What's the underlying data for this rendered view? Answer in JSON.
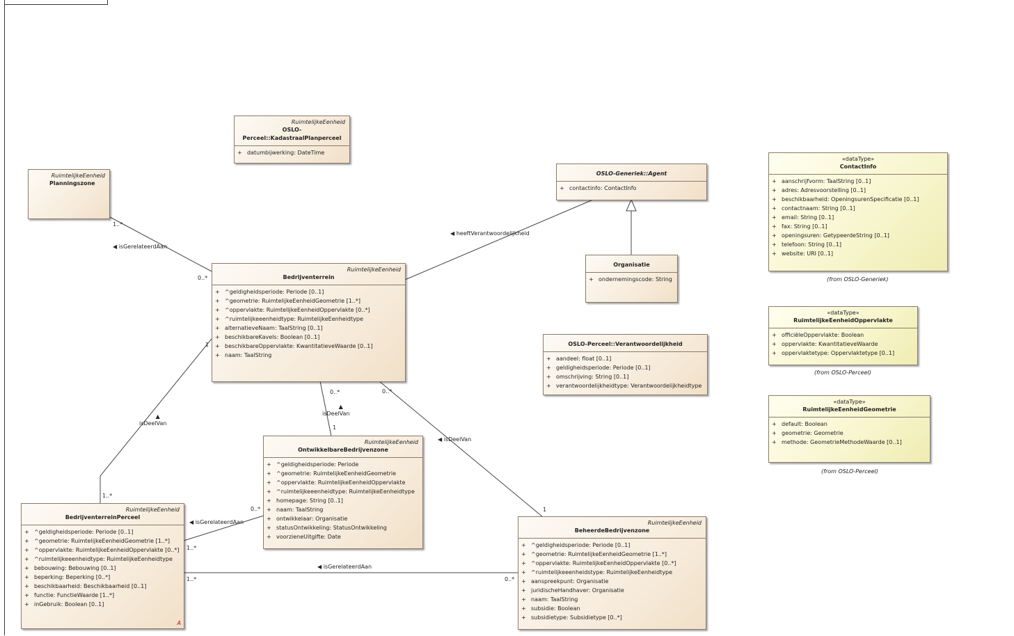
{
  "classes": {
    "kadastraal": {
      "stereotype": "RuimtelijkeEenheid",
      "name": "OSLO-Perceel::KadastraalPlanperceel",
      "attributes": [
        {
          "vis": "+",
          "text": "datumbijwerking: DateTime"
        }
      ]
    },
    "planningszone": {
      "stereotype": "RuimtelijkeEenheid",
      "name": "Planningszone",
      "attributes": []
    },
    "agent": {
      "name": "OSLO-Generiek::Agent",
      "attributes": [
        {
          "vis": "+",
          "text": "contactinfo: ContactInfo"
        }
      ]
    },
    "organisatie": {
      "name": "Organisatie",
      "attributes": [
        {
          "vis": "+",
          "text": "ondernemingscode: String"
        }
      ]
    },
    "bedrijventerrein": {
      "stereotype": "RuimtelijkeEenheid",
      "name": "Bedrijventerrein",
      "attributes": [
        {
          "vis": "+",
          "text": "^geldigheidsperiode: Periode [0..1]"
        },
        {
          "vis": "+",
          "text": "^geometrie: RuimtelijkeEenheidGeometrie [1..*]"
        },
        {
          "vis": "+",
          "text": "^oppervlakte: RuimtelijkeEenheidOppervlakte [0..*]"
        },
        {
          "vis": "+",
          "text": "^ruimtelijkeeenheidtype: RuimtelijkeEenheidtype"
        },
        {
          "vis": "+",
          "text": "alternatieveNaam: TaalString [0..1]"
        },
        {
          "vis": "+",
          "text": "beschikbareKavels: Boolean [0..1]"
        },
        {
          "vis": "+",
          "text": "beschikbareOppervlakte: KwantitatieveWaarde [0..1]"
        },
        {
          "vis": "+",
          "text": "naam: TaalString"
        }
      ]
    },
    "verantwoordelijkheid": {
      "name": "OSLO-Perceel::Verantwoordelijkheid",
      "attributes": [
        {
          "vis": "+",
          "text": "aandeel: float [0..1]"
        },
        {
          "vis": "+",
          "text": "geldigheidsperiode: Periode [0..1]"
        },
        {
          "vis": "+",
          "text": "omschrijving: String [0..1]"
        },
        {
          "vis": "+",
          "text": "verantwoordelijkheidtype: Verantwoordelijkheidtype"
        }
      ]
    },
    "ontwikkelbare": {
      "stereotype": "RuimtelijkeEenheid",
      "name": "OntwikkelbareBedrijvenzone",
      "attributes": [
        {
          "vis": "+",
          "text": "^geldigheidsperiode: Periode"
        },
        {
          "vis": "+",
          "text": "^geometrie: RuimtelijkeEenheidGeometrie"
        },
        {
          "vis": "+",
          "text": "^oppervlakte: RuimtelijkeEenheidOppervlakte"
        },
        {
          "vis": "+",
          "text": "^ruimtelijkeeenheidtype: RuimtelijkeEenheidtype"
        },
        {
          "vis": "+",
          "text": "homepage: String [0..1]"
        },
        {
          "vis": "+",
          "text": "naam: TaalString"
        },
        {
          "vis": "+",
          "text": "ontwikkelaar: Organisatie"
        },
        {
          "vis": "+",
          "text": "statusOntwikkeling: StatusOntwikkeling"
        },
        {
          "vis": "+",
          "text": "voorzieneUitgifte: Date"
        }
      ]
    },
    "perceel": {
      "stereotype": "RuimtelijkeEenheid",
      "name": "BedrijventerreinPerceel",
      "abstract_mark": "A",
      "attributes": [
        {
          "vis": "+",
          "text": "^geldigheidsperiode: Periode [0..1]"
        },
        {
          "vis": "+",
          "text": "^geometrie: RuimtelijkeEenheidGeometrie [1..*]"
        },
        {
          "vis": "+",
          "text": "^oppervlakte: RuimtelijkeEenheidOppervlakte [0..*]"
        },
        {
          "vis": "+",
          "text": "^ruimtelijkeeenheidtype: RuimtelijkeEenheidtype"
        },
        {
          "vis": "+",
          "text": "bebouwing: Bebouwing [0..1]"
        },
        {
          "vis": "+",
          "text": "beperking: Beperking [0..*]"
        },
        {
          "vis": "+",
          "text": "beschikbaarheid: Beschikbaarheid [0..1]"
        },
        {
          "vis": "+",
          "text": "functie: FunctieWaarde [1..*]"
        },
        {
          "vis": "+",
          "text": "inGebruik: Boolean [0..1]"
        }
      ]
    },
    "beheerde": {
      "stereotype": "RuimtelijkeEenheid",
      "name": "BeheerdeBedrijvenzone",
      "attributes": [
        {
          "vis": "+",
          "text": "^geldigheidsperiode: Periode [0..1]"
        },
        {
          "vis": "+",
          "text": "^geometrie: RuimtelijkeEenheidGeometrie [1..*]"
        },
        {
          "vis": "+",
          "text": "^oppervlakte: RuimtelijkeEenheidOppervlakte [0..*]"
        },
        {
          "vis": "+",
          "text": "^ruimtelijkeeenheidstype: RuimtelijkeEenheidtype"
        },
        {
          "vis": "+",
          "text": "aanspreekpunt: Organisatie"
        },
        {
          "vis": "+",
          "text": "juridischeHandhaver: Organisatie"
        },
        {
          "vis": "+",
          "text": "naam: TaalString"
        },
        {
          "vis": "+",
          "text": "subsidie: Boolean"
        },
        {
          "vis": "+",
          "text": "subsidietype: Subsidietype [0..*]"
        }
      ]
    },
    "contactinfo": {
      "stereotype": "«dataType»",
      "name": "ContactInfo",
      "from": "(from OSLO-Generiek)",
      "attributes": [
        {
          "vis": "+",
          "text": "aanschrijfvorm: TaalString [0..1]"
        },
        {
          "vis": "+",
          "text": "adres: Adresvoorstelling [0..1]"
        },
        {
          "vis": "+",
          "text": "beschikbaarheid: OpeningsurenSpecificatie [0..1]"
        },
        {
          "vis": "+",
          "text": "contactnaam: String [0..1]"
        },
        {
          "vis": "+",
          "text": "email: String [0..1]"
        },
        {
          "vis": "+",
          "text": "fax: String [0..1]"
        },
        {
          "vis": "+",
          "text": "openingsuren: GetypeerdeString [0..1]"
        },
        {
          "vis": "+",
          "text": "telefoon: String [0..1]"
        },
        {
          "vis": "+",
          "text": "website: URI [0..1]"
        }
      ]
    },
    "oppervlakte": {
      "stereotype": "«dataType»",
      "name": "RuimtelijkeEenheidOppervlakte",
      "from": "(from OSLO-Perceel)",
      "attributes": [
        {
          "vis": "+",
          "text": "officiëleOppervlakte: Boolean"
        },
        {
          "vis": "+",
          "text": "oppervlakte: KwantitatieveWaarde"
        },
        {
          "vis": "+",
          "text": "oppervlaktetype: Oppervlaktetype [0..1]"
        }
      ]
    },
    "geometrie": {
      "stereotype": "«dataType»",
      "name": "RuimtelijkeEenheidGeometrie",
      "from": "(from OSLO-Perceel)",
      "attributes": [
        {
          "vis": "+",
          "text": "default: Boolean"
        },
        {
          "vis": "+",
          "text": "geometrie: Geometrie"
        },
        {
          "vis": "+",
          "text": "methode: GeometrieMethodeWaarde [0..1]"
        }
      ]
    }
  },
  "associations": {
    "a1": {
      "label": "isGerelateerdAan",
      "m1": "1..*",
      "m2": "0..*"
    },
    "a2": {
      "label": "heeftVerantwoordelijkheid"
    },
    "a3": {
      "label": "isDeelVan",
      "m1": "1",
      "m2": "1..*"
    },
    "a4": {
      "label": "isDeelVan",
      "m1": "0..*",
      "m2": "1"
    },
    "a5": {
      "label": "isDeelVan",
      "m1": "0..*",
      "m2": "1"
    },
    "a6": {
      "label": "isGerelateerdAan",
      "m1": "0..*",
      "m2": "1..*"
    },
    "a7": {
      "label": "isGerelateerdAan",
      "m1": "1..*",
      "m2": "0..*"
    }
  },
  "arrow_glyph": "◀",
  "arrow_up_glyph": "▲"
}
